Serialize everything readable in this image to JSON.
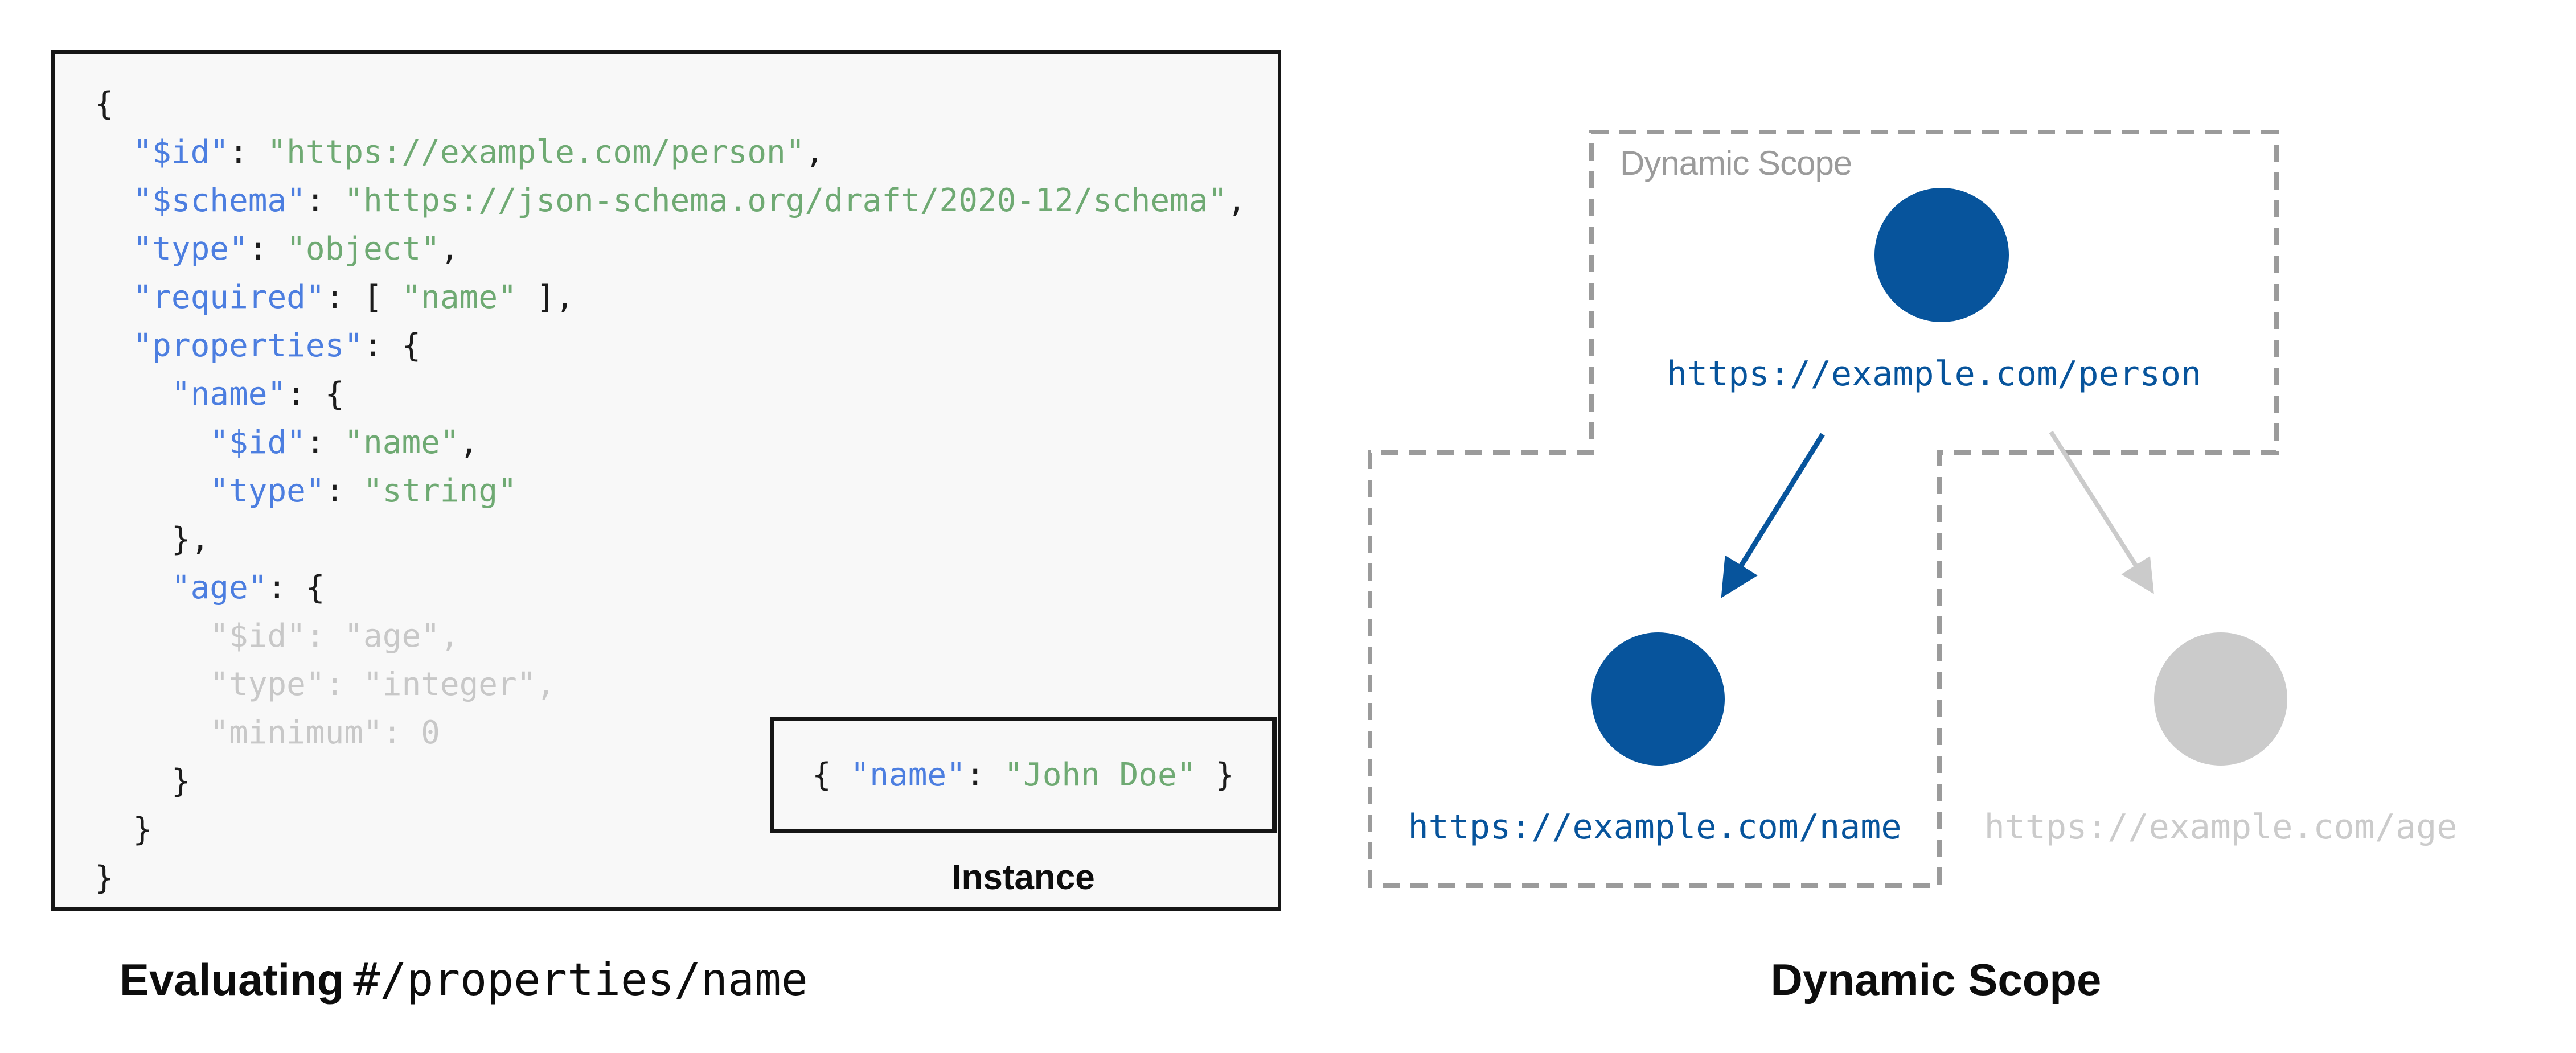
{
  "colors": {
    "page_bg": "#ffffff",
    "box_border": "#161616",
    "code_box_bg": "#f8f8f8",
    "code_key": "#4c7ee0",
    "code_string": "#6faa73",
    "code_punct": "#1c1c1c",
    "code_dim": "#c8c8c8",
    "diagram_blue": "#07549c",
    "diagram_frame": "#9b9b9b",
    "diagram_light": "#cbcbcb"
  },
  "schema_panel": {
    "code_lines": [
      [
        {
          "t": "{",
          "c": "p"
        }
      ],
      [
        {
          "t": "  ",
          "c": "p"
        },
        {
          "t": "\"$id\"",
          "c": "k"
        },
        {
          "t": ": ",
          "c": "p"
        },
        {
          "t": "\"https://example.com/person\"",
          "c": "s"
        },
        {
          "t": ",",
          "c": "p"
        }
      ],
      [
        {
          "t": "  ",
          "c": "p"
        },
        {
          "t": "\"$schema\"",
          "c": "k"
        },
        {
          "t": ": ",
          "c": "p"
        },
        {
          "t": "\"https://json-schema.org/draft/2020-12/schema\"",
          "c": "s"
        },
        {
          "t": ",",
          "c": "p"
        }
      ],
      [
        {
          "t": "  ",
          "c": "p"
        },
        {
          "t": "\"type\"",
          "c": "k"
        },
        {
          "t": ": ",
          "c": "p"
        },
        {
          "t": "\"object\"",
          "c": "s"
        },
        {
          "t": ",",
          "c": "p"
        }
      ],
      [
        {
          "t": "  ",
          "c": "p"
        },
        {
          "t": "\"required\"",
          "c": "k"
        },
        {
          "t": ": [ ",
          "c": "p"
        },
        {
          "t": "\"name\"",
          "c": "s"
        },
        {
          "t": " ],",
          "c": "p"
        }
      ],
      [
        {
          "t": "  ",
          "c": "p"
        },
        {
          "t": "\"properties\"",
          "c": "k"
        },
        {
          "t": ": {",
          "c": "p"
        }
      ],
      [
        {
          "t": "    ",
          "c": "p"
        },
        {
          "t": "\"name\"",
          "c": "k"
        },
        {
          "t": ": {",
          "c": "p"
        }
      ],
      [
        {
          "t": "      ",
          "c": "p"
        },
        {
          "t": "\"$id\"",
          "c": "k"
        },
        {
          "t": ": ",
          "c": "p"
        },
        {
          "t": "\"name\"",
          "c": "s"
        },
        {
          "t": ",",
          "c": "p"
        }
      ],
      [
        {
          "t": "      ",
          "c": "p"
        },
        {
          "t": "\"type\"",
          "c": "k"
        },
        {
          "t": ": ",
          "c": "p"
        },
        {
          "t": "\"string\"",
          "c": "s"
        }
      ],
      [
        {
          "t": "    },",
          "c": "p"
        }
      ],
      [
        {
          "t": "    ",
          "c": "p"
        },
        {
          "t": "\"age\"",
          "c": "k"
        },
        {
          "t": ": {",
          "c": "p"
        }
      ],
      [
        {
          "t": "      \"$id\": \"age\",",
          "c": "d"
        }
      ],
      [
        {
          "t": "      \"type\": \"integer\",",
          "c": "d"
        }
      ],
      [
        {
          "t": "      \"minimum\": 0",
          "c": "d"
        }
      ],
      [
        {
          "t": "    }",
          "c": "p"
        }
      ],
      [
        {
          "t": "  }",
          "c": "p"
        }
      ],
      [
        {
          "t": "}",
          "c": "p"
        }
      ]
    ],
    "instance": {
      "tokens": [
        {
          "t": "{ ",
          "c": "p"
        },
        {
          "t": "\"name\"",
          "c": "k"
        },
        {
          "t": ": ",
          "c": "p"
        },
        {
          "t": "\"John Doe\"",
          "c": "s"
        },
        {
          "t": " }",
          "c": "p"
        }
      ],
      "label": "Instance"
    },
    "caption_bold": "Evaluating",
    "caption_mono": "#/properties/name"
  },
  "scope_panel": {
    "scope_label": "Dynamic Scope",
    "nodes": [
      {
        "id": "person",
        "url": "https://example.com/person",
        "state": "in-scope"
      },
      {
        "id": "name",
        "url": "https://example.com/name",
        "state": "in-scope"
      },
      {
        "id": "age",
        "url": "https://example.com/age",
        "state": "out-of-scope"
      }
    ],
    "caption": "Dynamic Scope"
  }
}
